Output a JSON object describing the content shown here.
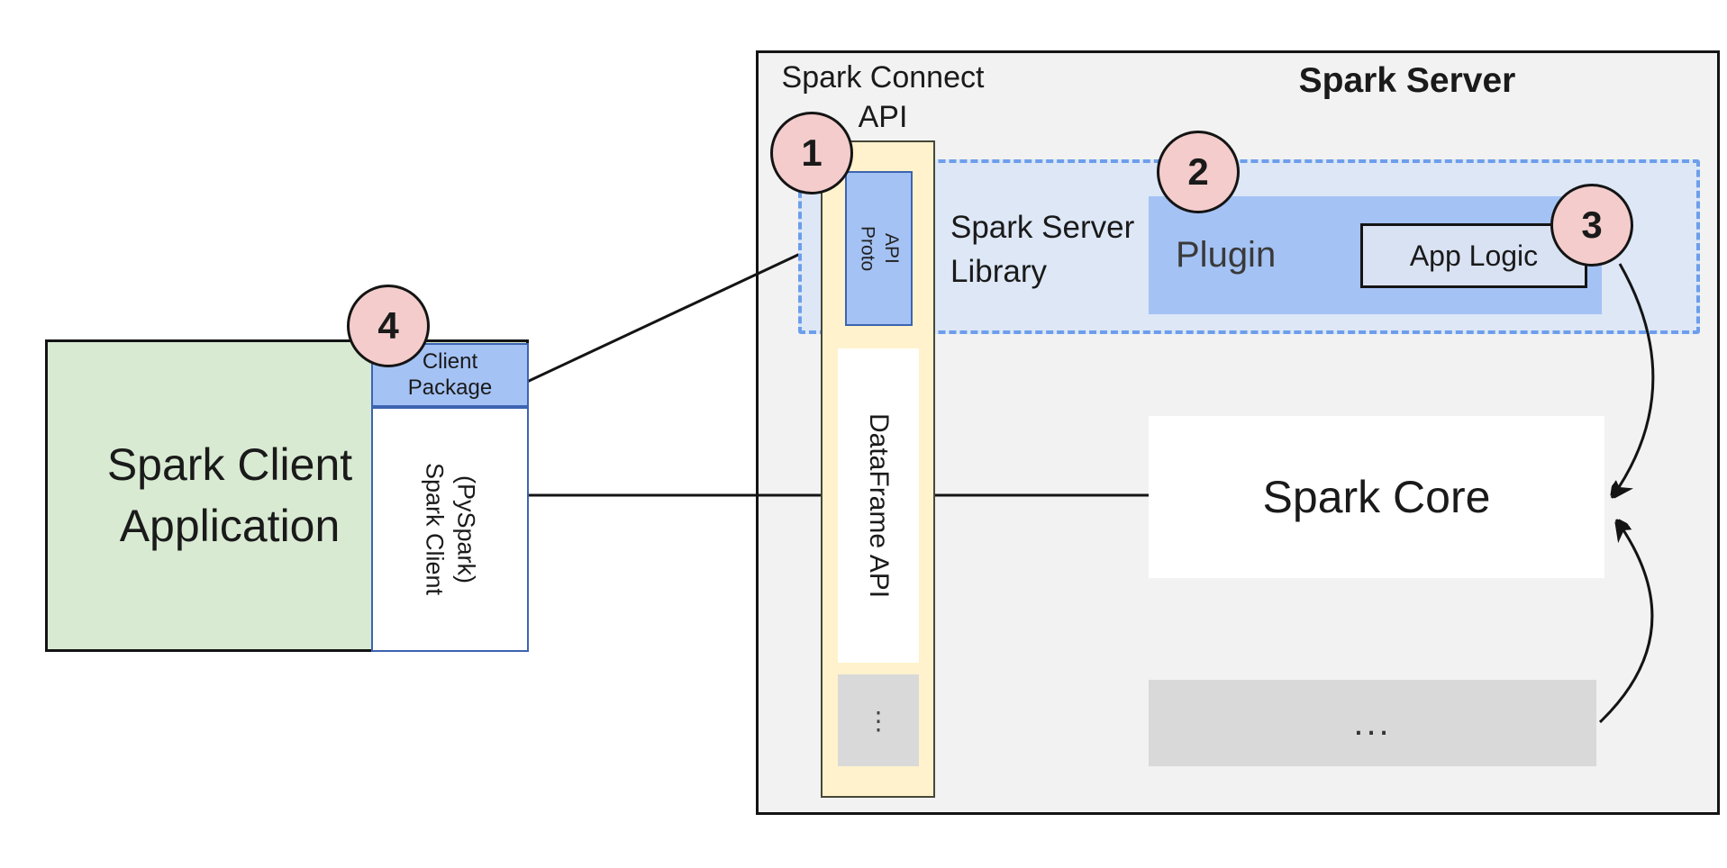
{
  "client": {
    "app_label": "Spark Client\nApplication",
    "package_label": "Client\nPackage",
    "library_label": "Spark Client\n(PySpark)"
  },
  "server": {
    "title": "Spark Server",
    "connect_api_label": "Spark Connect\nAPI",
    "proto_api_label": "Proto\nAPI",
    "dataframe_api_label": "DataFrame API",
    "api_column_more": "⋮",
    "library_label": "Spark Server\nLibrary",
    "plugin_label": "Plugin",
    "app_logic_label": "App Logic",
    "core_label": "Spark Core",
    "more_label": "..."
  },
  "badges": [
    "1",
    "2",
    "3",
    "4"
  ],
  "colors": {
    "client_fill": "#d9ead3",
    "accent_blue": "#a4c2f4",
    "library_fill": "#dde7f6",
    "library_border": "#6d9eeb",
    "api_column_fill": "#fff2cc",
    "muted_gray": "#d9d9d9",
    "badge_fill": "#f4cccc",
    "server_fill": "#f2f2f2",
    "line_color": "#141414"
  }
}
